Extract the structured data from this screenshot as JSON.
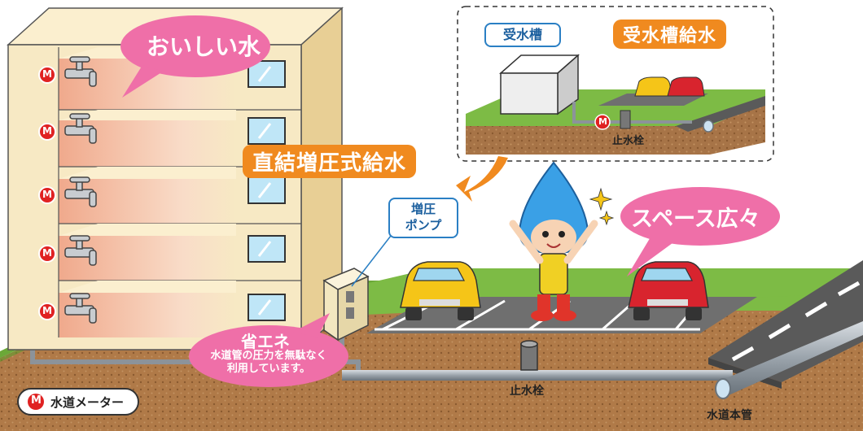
{
  "labels": {
    "oishii_mizu": "おいしい水",
    "chokketsu": "直結増圧式給水",
    "juusuisou": "受水槽",
    "juusuisou_kyuusui": "受水槽給水",
    "zouatsu_pump": [
      "増圧",
      "ポンプ"
    ],
    "space": "スペース広々",
    "shou_ene": "省エネ",
    "shou_ene_desc": [
      "水道管の圧力を無駄なく",
      "利用しています。"
    ],
    "shisuisen_main": "止水栓",
    "shisuisen_inset": "止水栓",
    "suidou_honkan": "水道本管",
    "meter_letter": "M",
    "legend_text": "水道メーター"
  },
  "colors": {
    "building": "#f7e9c4",
    "orange": "#f08a1f",
    "pink": "#ef6fa8",
    "pump_blue": "#2a7fc4",
    "meter_red": "#e02222",
    "grass": "#6cae3a",
    "soil": "#a77447",
    "road": "#5a5a5a"
  },
  "icons": [
    "faucet-icon",
    "meter-icon",
    "water-drop-mascot",
    "car-icon",
    "water-tank-icon",
    "sparkle-icon",
    "booster-pump-icon"
  ]
}
